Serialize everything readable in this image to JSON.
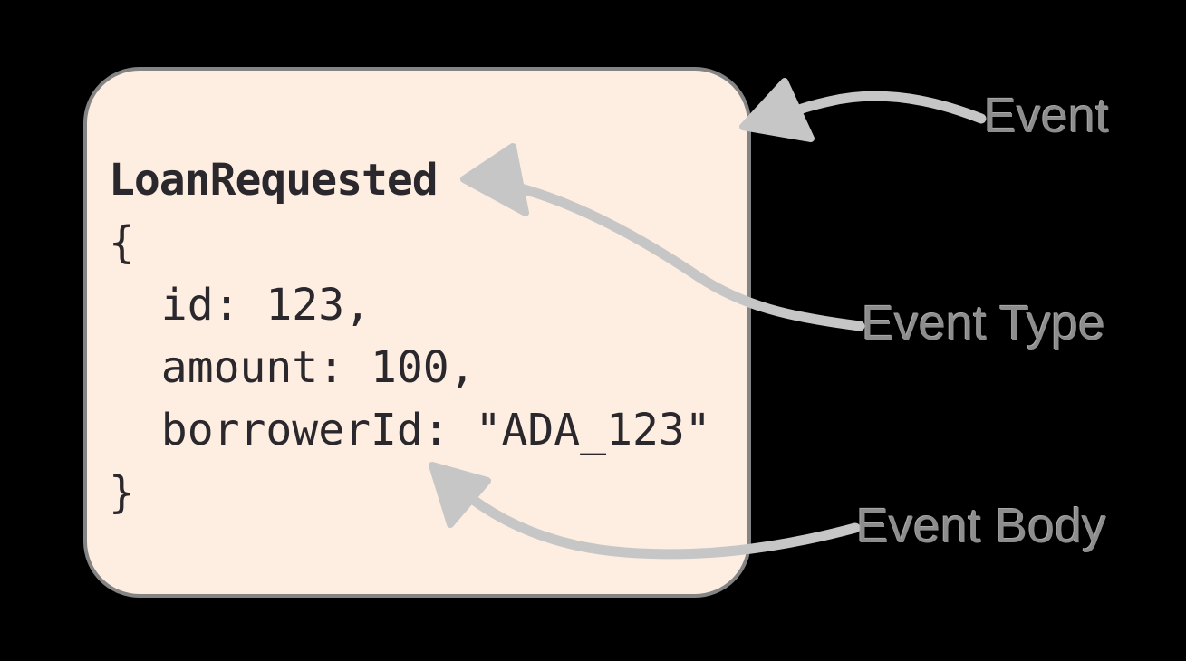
{
  "diagram": {
    "background_color": "#000000",
    "card": {
      "event_type": "LoanRequested",
      "body_lines": [
        "{",
        "  id: 123,",
        "  amount: 100,",
        "  borrowerId: \"ADA_123\"",
        "}"
      ],
      "fill_color": "#fdeee1",
      "border_color": "#848484",
      "code_color": "#2a282c"
    },
    "annotations": [
      {
        "label": "Event"
      },
      {
        "label": "Event Type"
      },
      {
        "label": "Event Body"
      }
    ],
    "arrow_color": "#c6c6c6",
    "label_color": "#8d8d8d"
  }
}
